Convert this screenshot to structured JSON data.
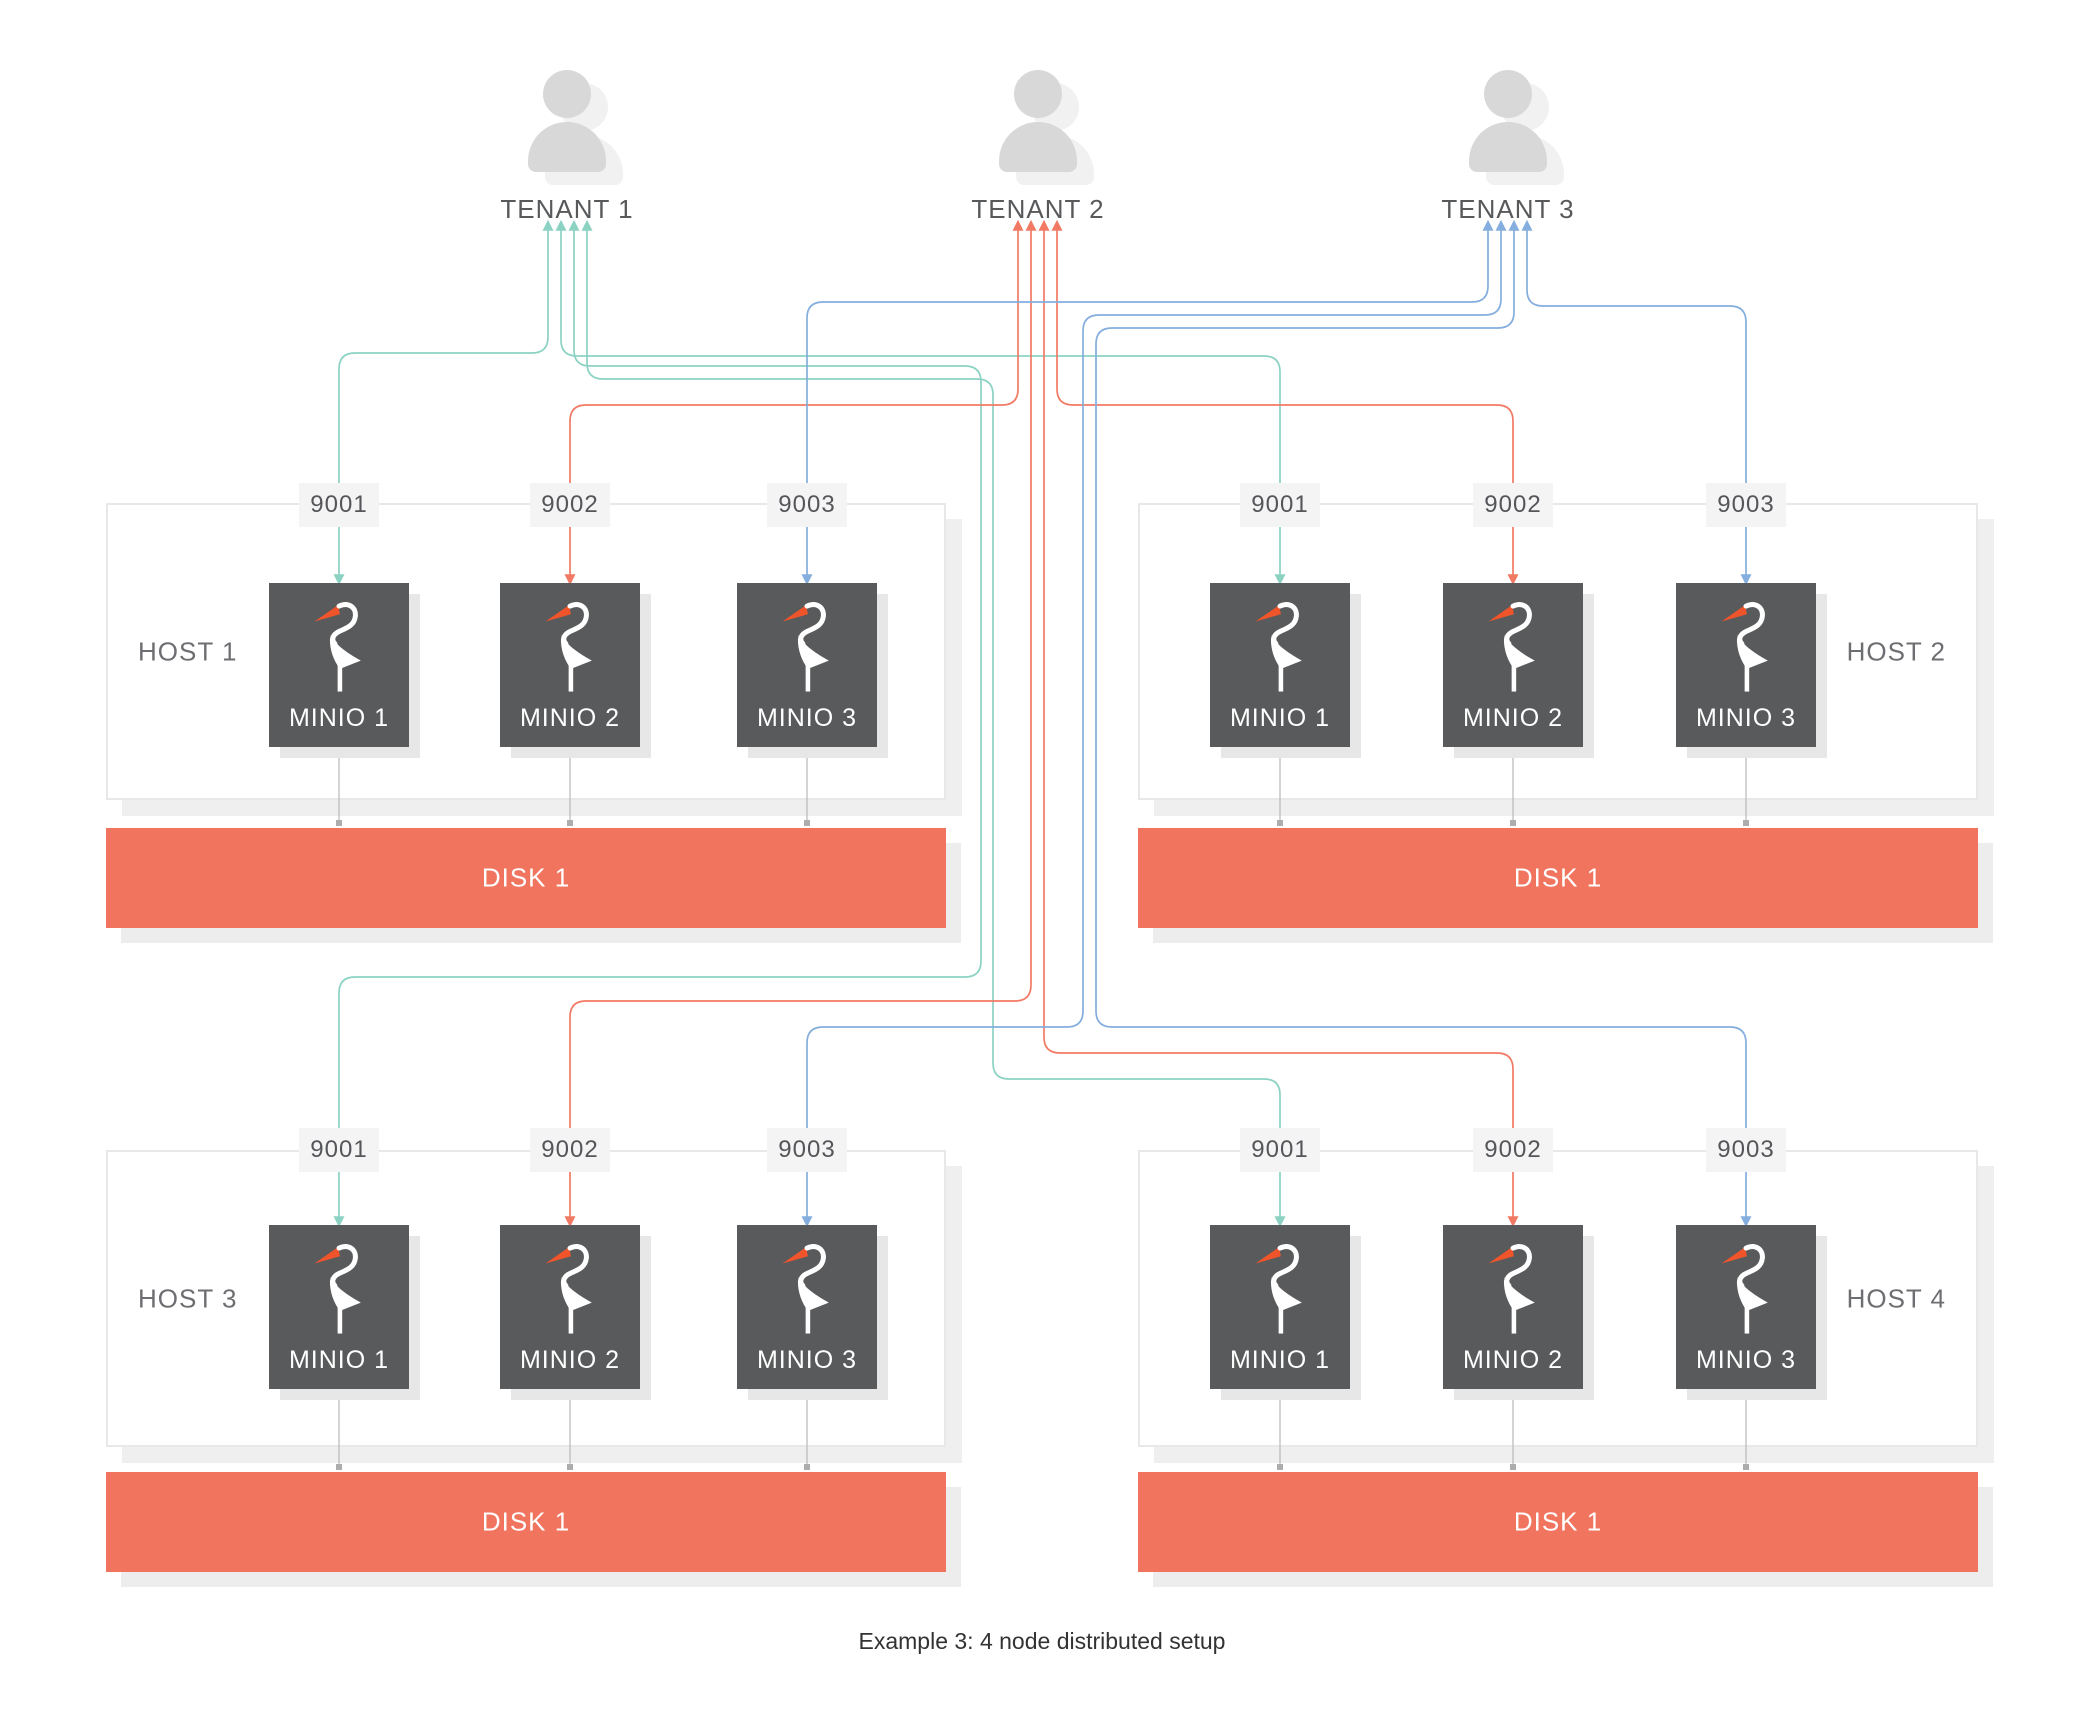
{
  "caption": "Example 3: 4 node distributed setup",
  "tenants": [
    {
      "label": "TENANT 1"
    },
    {
      "label": "TENANT 2"
    },
    {
      "label": "TENANT 3"
    }
  ],
  "hosts": [
    {
      "label": "HOST 1",
      "ports": [
        "9001",
        "9002",
        "9003"
      ],
      "nodes": [
        "MINIO 1",
        "MINIO 2",
        "MINIO 3"
      ],
      "disk": "DISK 1"
    },
    {
      "label": "HOST 2",
      "ports": [
        "9001",
        "9002",
        "9003"
      ],
      "nodes": [
        "MINIO 1",
        "MINIO 2",
        "MINIO 3"
      ],
      "disk": "DISK 1"
    },
    {
      "label": "HOST 3",
      "ports": [
        "9001",
        "9002",
        "9003"
      ],
      "nodes": [
        "MINIO 1",
        "MINIO 2",
        "MINIO 3"
      ],
      "disk": "DISK 1"
    },
    {
      "label": "HOST 4",
      "ports": [
        "9001",
        "9002",
        "9003"
      ],
      "nodes": [
        "MINIO 1",
        "MINIO 2",
        "MINIO 3"
      ],
      "disk": "DISK 1"
    }
  ],
  "connections": [
    {
      "tenant": "TENANT 1",
      "targets": [
        "HOST 1:9001",
        "HOST 2:9001",
        "HOST 3:9001",
        "HOST 4:9001"
      ]
    },
    {
      "tenant": "TENANT 2",
      "targets": [
        "HOST 1:9002",
        "HOST 2:9002",
        "HOST 3:9002",
        "HOST 4:9002"
      ]
    },
    {
      "tenant": "TENANT 3",
      "targets": [
        "HOST 1:9003",
        "HOST 2:9003",
        "HOST 3:9003",
        "HOST 4:9003"
      ]
    }
  ],
  "colors": {
    "tenant1_line": "#8CD2C3",
    "tenant2_line": "#F27A64",
    "tenant3_line": "#84AEDD",
    "minio_box": "#595A5B",
    "minio_beak": "#F0542B",
    "disk": "#F0745E",
    "connector": "#BDBDBD"
  }
}
